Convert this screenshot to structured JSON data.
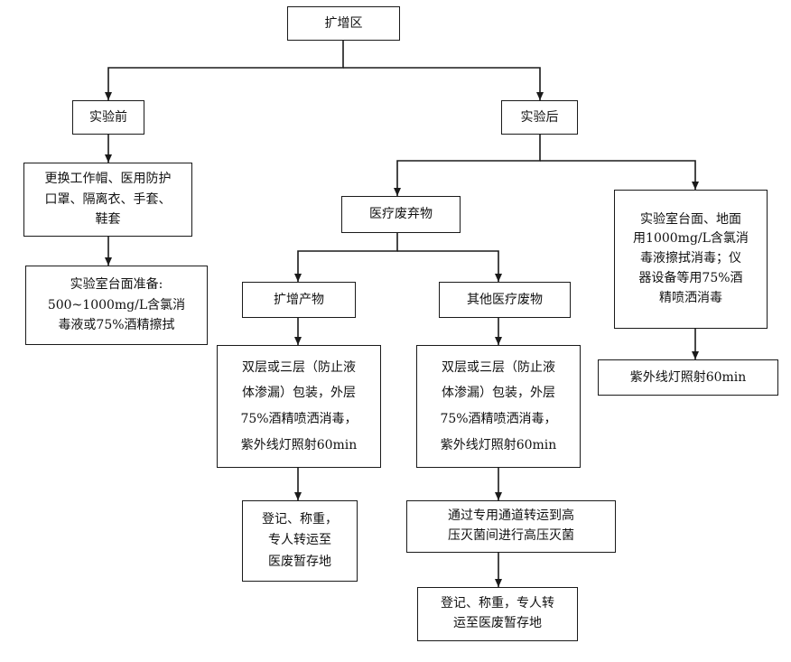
{
  "nodes": {
    "root": "扩增区",
    "before": "实验前",
    "after": "实验后",
    "ppe": "更换工作帽、医用防护\n口罩、隔离衣、手套、\n鞋套",
    "bench_prep": "实验室台面准备:\n500~1000mg/L含氯消\n毒液或75%酒精擦拭",
    "waste": "医疗废弃物",
    "lab_disinfect": "实验室台面、地面\n用1000mg/L含氯消\n毒液擦拭消毒；仪\n器设备等用75%酒\n精喷洒消毒",
    "uv_60": "紫外线灯照射60min",
    "amp_products": "扩增产物",
    "other_waste": "其他医疗废物",
    "pack_a": "双层或三层（防止液\n体渗漏）包装，外层\n75%酒精喷洒消毒，\n紫外线灯照射60min",
    "pack_b": "双层或三层（防止液\n体渗漏）包装，外层\n75%酒精喷洒消毒，\n紫外线灯照射60min",
    "register_a": "登记、称重，\n专人转运至\n医废暂存地",
    "autoclave": "通过专用通道转运到高\n压灭菌间进行高压灭菌",
    "register_b": "登记、称重，专人转\n运至医废暂存地"
  }
}
